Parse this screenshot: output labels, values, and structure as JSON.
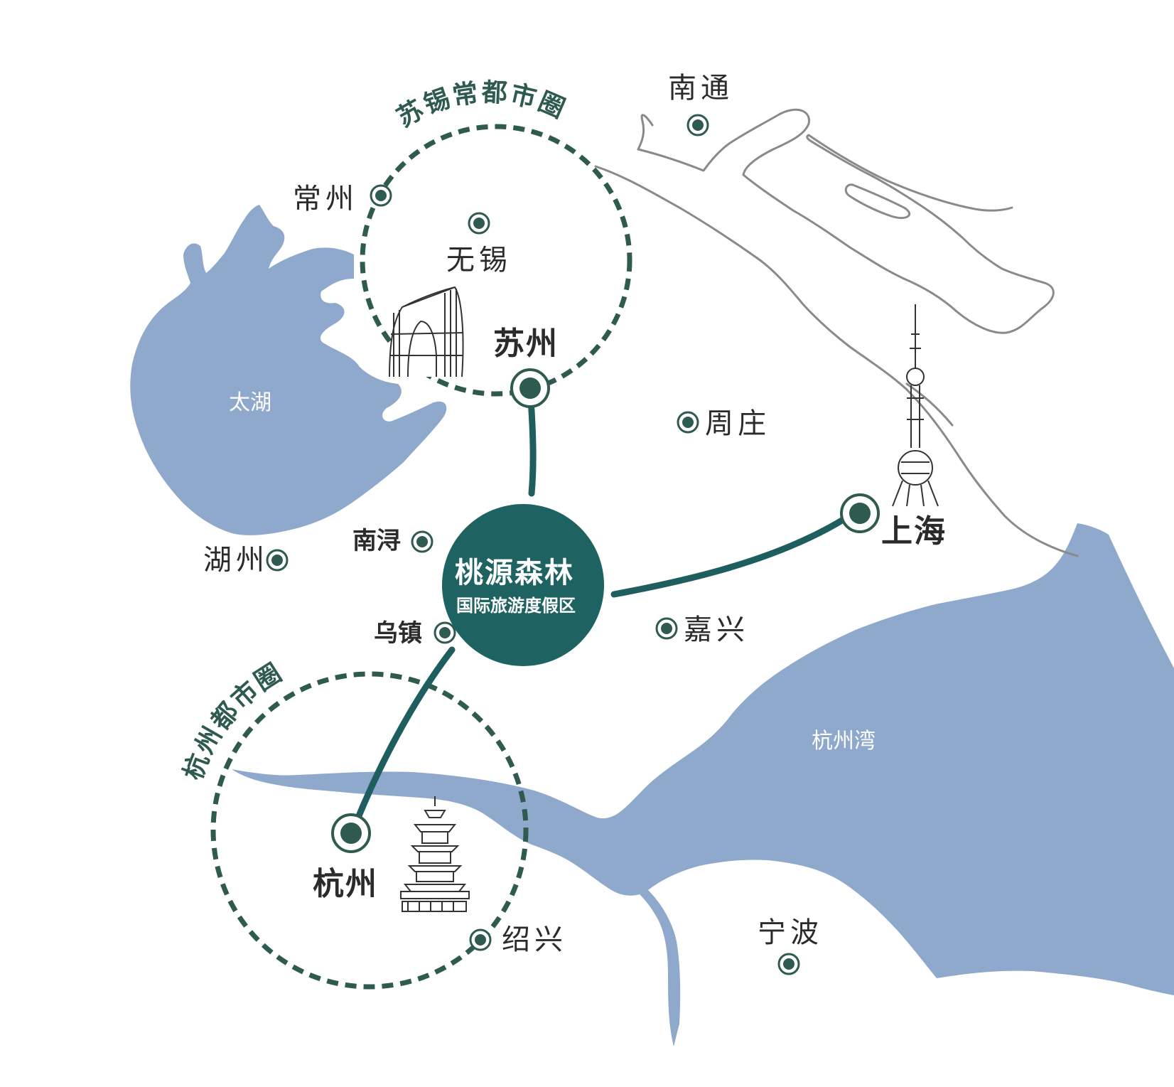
{
  "colors": {
    "water": "#8ea9cc",
    "coast": "#8a8a8a",
    "route": "#1e5e5e",
    "ring": "#2f5a4f",
    "marker": "#2f5a4f",
    "center_fill": "#1e6262"
  },
  "center": {
    "title": "桃源森林",
    "subtitle": "国际旅游度假区"
  },
  "rings": {
    "north": "苏锡常都市圈",
    "south": "杭州都市圈"
  },
  "cities": {
    "suzhou": "苏州",
    "shanghai": "上海",
    "hangzhou": "杭州",
    "wuxi": "无锡",
    "changzhou": "常州",
    "nantong": "南通",
    "zhouzhuang": "周庄",
    "jiaxing": "嘉兴",
    "huzhou": "湖州",
    "nanxun": "南浔",
    "wuzhen": "乌镇",
    "shaoxing": "绍兴",
    "ningbo": "宁波"
  },
  "water_bodies": {
    "taihu": "太湖",
    "hangzhou_bay": "杭州湾"
  },
  "landmarks": {
    "suzhou": "gate-of-orient-icon",
    "shanghai": "oriental-pearl-tower-icon",
    "hangzhou": "leifeng-pagoda-icon"
  }
}
